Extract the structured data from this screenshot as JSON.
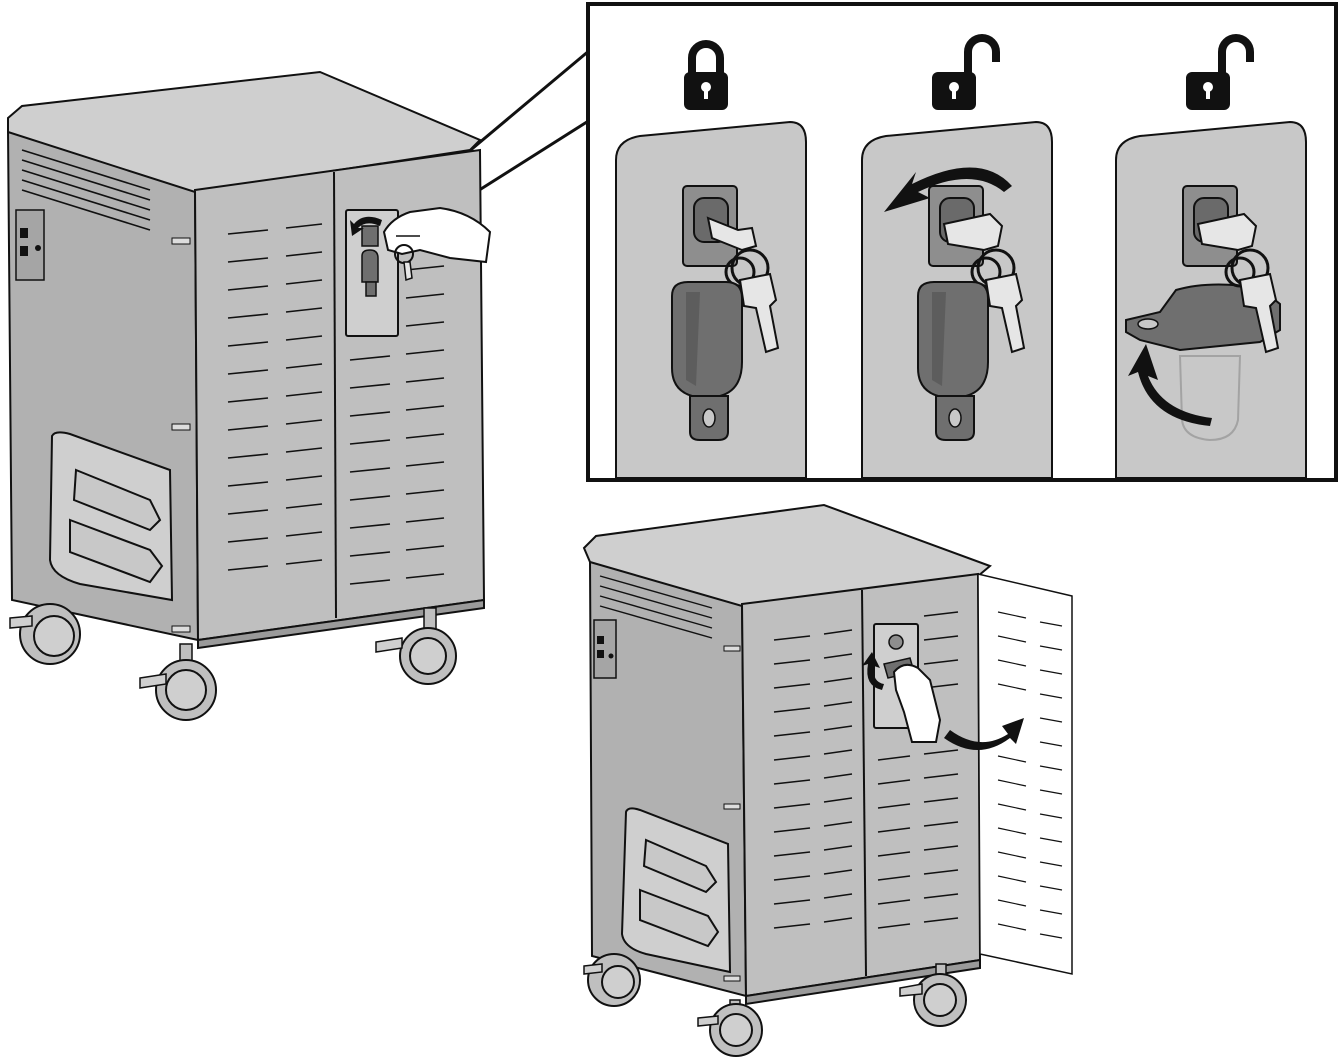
{
  "illustration": {
    "colors": {
      "cart_body": "#bfbfbf",
      "cart_top": "#cfcfcf",
      "cart_side": "#b1b1b1",
      "panel": "#c8c8c8",
      "lock_housing": "#8e8e8e",
      "handle": "#6f6f6f",
      "outline": "#111111",
      "background": "#ffffff",
      "key": "#e6e6e6"
    },
    "callout_panels": [
      {
        "state_icon": "lock-closed-icon",
        "handle_state": "closed",
        "key_state": "inserted"
      },
      {
        "state_icon": "lock-open-icon",
        "handle_state": "closed",
        "key_state": "turned",
        "arrow": "turn-counterclockwise"
      },
      {
        "state_icon": "lock-open-icon",
        "handle_state": "lifted",
        "key_state": "turned",
        "arrow": "lift-handle"
      }
    ],
    "scenes": [
      {
        "name": "cart-closed",
        "door_state": "closed",
        "action": "turn-key"
      },
      {
        "name": "cart-opening",
        "door_state": "open",
        "action": "lift-handle-and-pull-door"
      }
    ]
  }
}
